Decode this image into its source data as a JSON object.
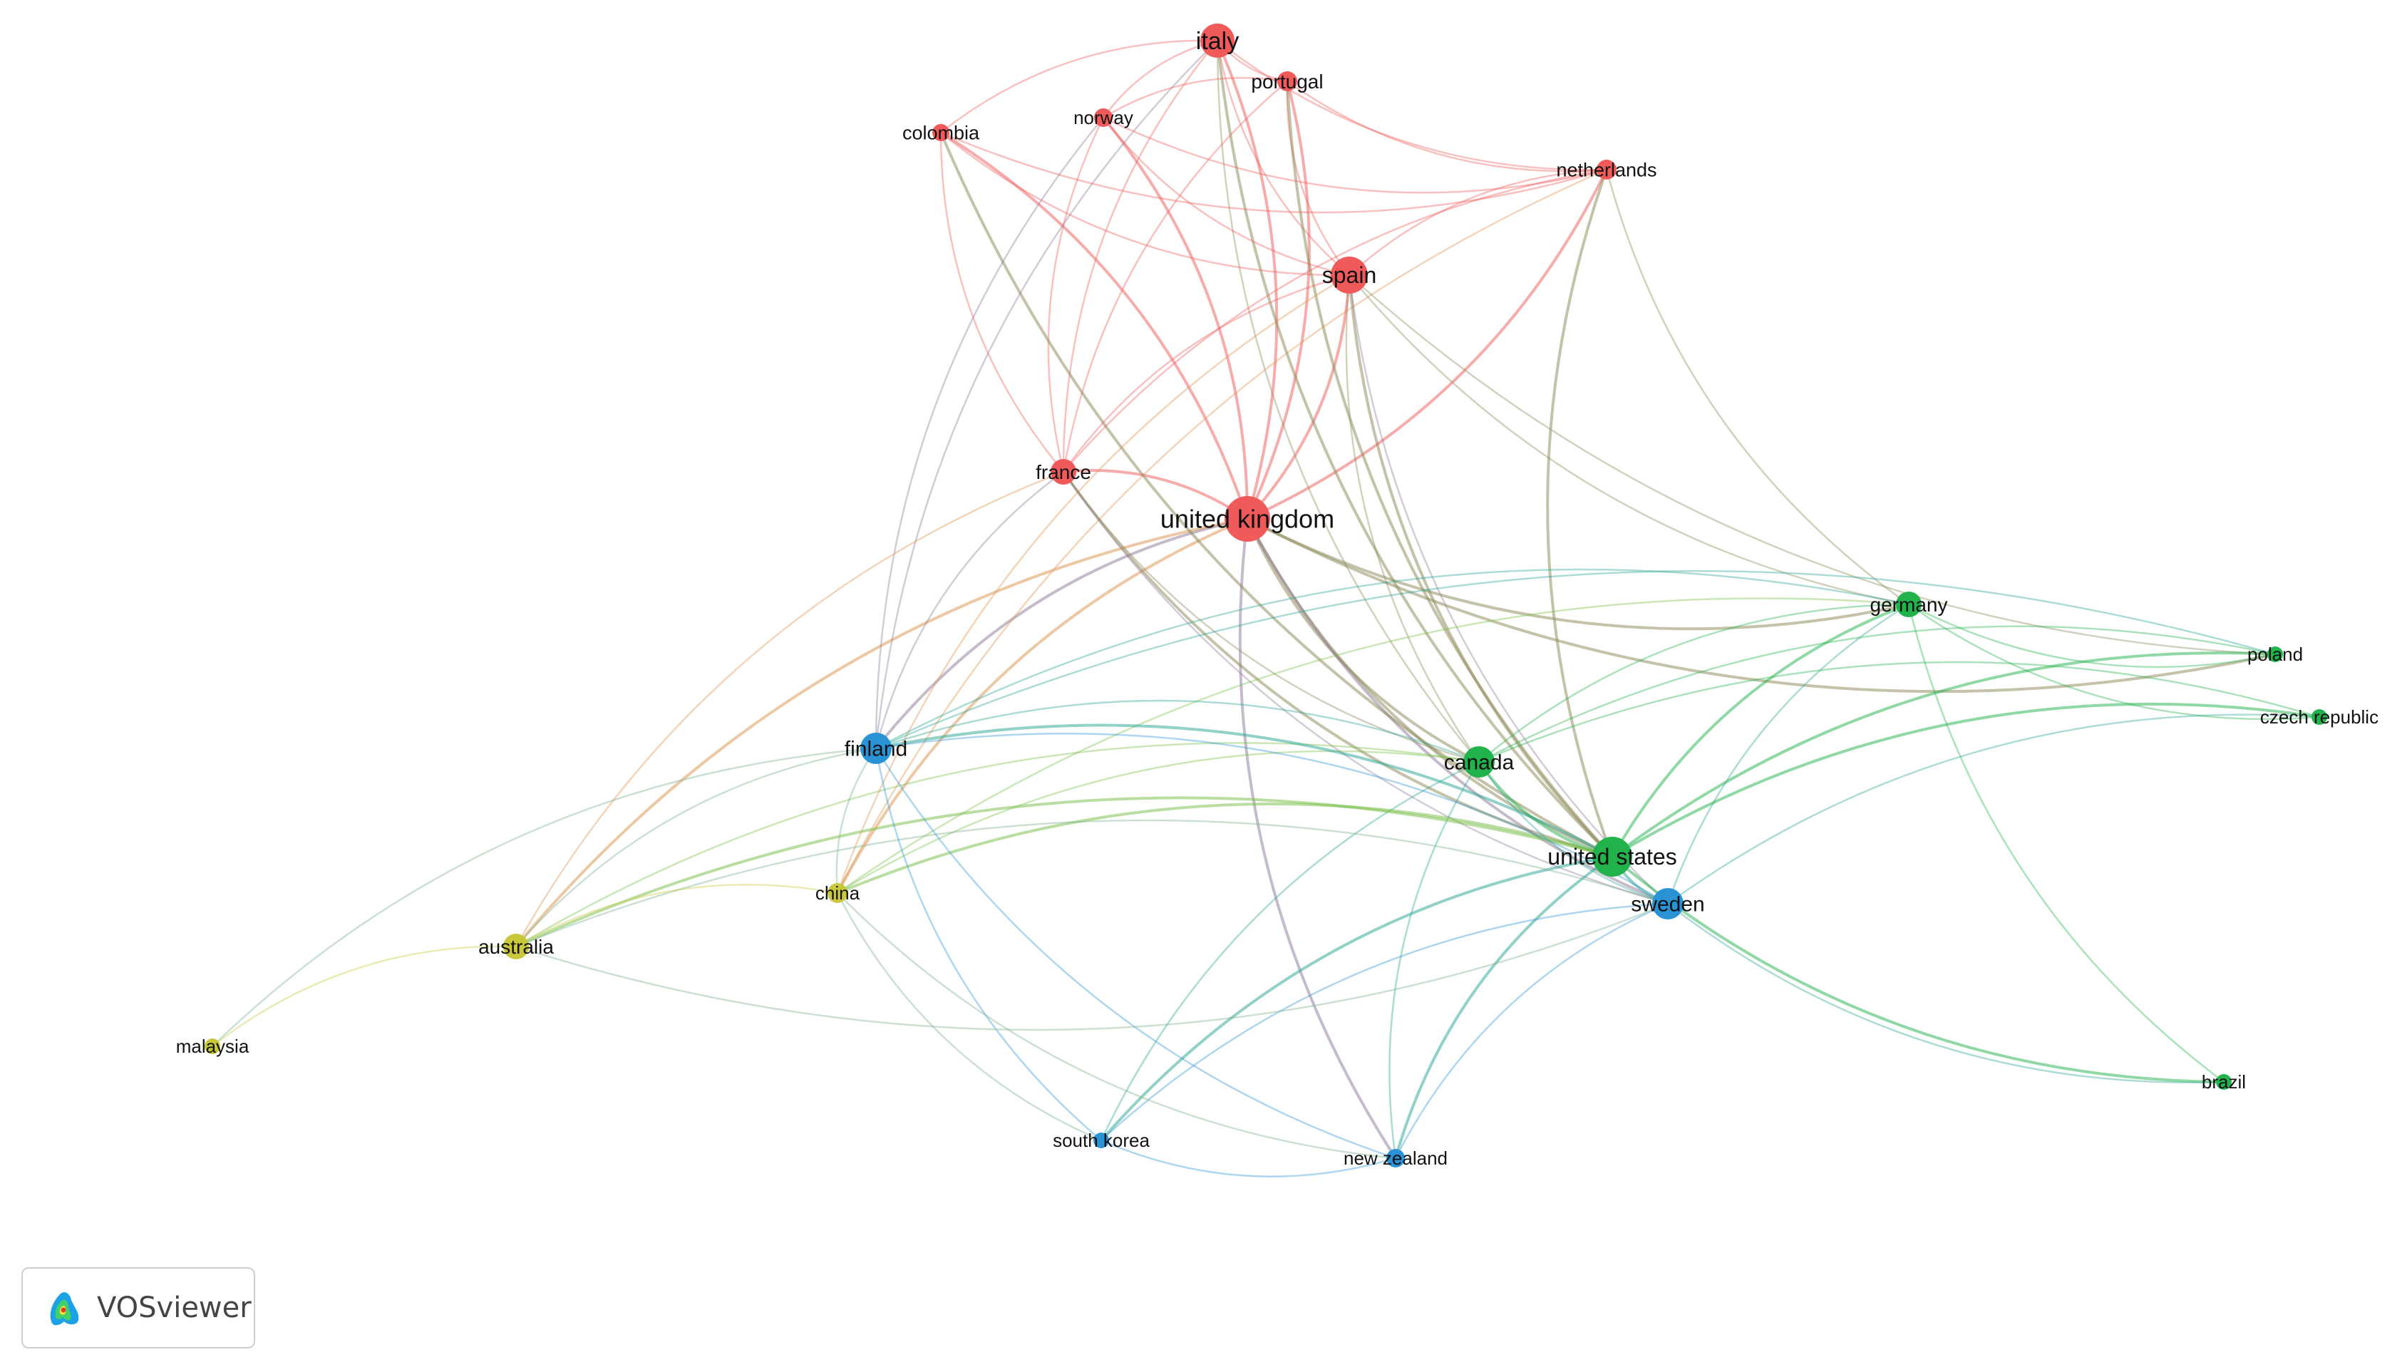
{
  "diagram": {
    "type": "network",
    "tool_badge": {
      "label": "VOSviewer"
    },
    "clusters": {
      "red": "#f05a5a",
      "green": "#21b24b",
      "blue": "#2a93d5",
      "yellow": "#c8c83a"
    },
    "nodes": [
      {
        "id": "united_kingdom",
        "label": "united kingdom",
        "cluster": "red"
      },
      {
        "id": "italy",
        "label": "italy",
        "cluster": "red"
      },
      {
        "id": "portugal",
        "label": "portugal",
        "cluster": "red"
      },
      {
        "id": "norway",
        "label": "norway",
        "cluster": "red"
      },
      {
        "id": "colombia",
        "label": "colombia",
        "cluster": "red"
      },
      {
        "id": "netherlands",
        "label": "netherlands",
        "cluster": "red"
      },
      {
        "id": "spain",
        "label": "spain",
        "cluster": "red"
      },
      {
        "id": "france",
        "label": "france",
        "cluster": "red"
      },
      {
        "id": "germany",
        "label": "germany",
        "cluster": "green"
      },
      {
        "id": "poland",
        "label": "poland",
        "cluster": "green"
      },
      {
        "id": "czech_republic",
        "label": "czech republic",
        "cluster": "green"
      },
      {
        "id": "canada",
        "label": "canada",
        "cluster": "green"
      },
      {
        "id": "united_states",
        "label": "united states",
        "cluster": "green"
      },
      {
        "id": "brazil",
        "label": "brazil",
        "cluster": "green"
      },
      {
        "id": "finland",
        "label": "finland",
        "cluster": "blue"
      },
      {
        "id": "sweden",
        "label": "sweden",
        "cluster": "blue"
      },
      {
        "id": "south_korea",
        "label": "south korea",
        "cluster": "blue"
      },
      {
        "id": "new_zealand",
        "label": "new zealand",
        "cluster": "blue"
      },
      {
        "id": "china",
        "label": "china",
        "cluster": "yellow"
      },
      {
        "id": "australia",
        "label": "australia",
        "cluster": "yellow"
      },
      {
        "id": "malaysia",
        "label": "malaysia",
        "cluster": "yellow"
      }
    ],
    "links": [
      [
        "united_kingdom",
        "italy"
      ],
      [
        "united_kingdom",
        "portugal"
      ],
      [
        "united_kingdom",
        "norway"
      ],
      [
        "united_kingdom",
        "colombia"
      ],
      [
        "united_kingdom",
        "netherlands"
      ],
      [
        "united_kingdom",
        "spain"
      ],
      [
        "united_kingdom",
        "france"
      ],
      [
        "united_kingdom",
        "germany"
      ],
      [
        "united_kingdom",
        "canada"
      ],
      [
        "united_kingdom",
        "united_states"
      ],
      [
        "united_kingdom",
        "sweden"
      ],
      [
        "united_kingdom",
        "finland"
      ],
      [
        "united_kingdom",
        "china"
      ],
      [
        "united_kingdom",
        "australia"
      ],
      [
        "united_kingdom",
        "new_zealand"
      ],
      [
        "united_kingdom",
        "poland"
      ],
      [
        "italy",
        "portugal"
      ],
      [
        "italy",
        "norway"
      ],
      [
        "italy",
        "colombia"
      ],
      [
        "italy",
        "netherlands"
      ],
      [
        "italy",
        "spain"
      ],
      [
        "italy",
        "france"
      ],
      [
        "italy",
        "united_states"
      ],
      [
        "italy",
        "canada"
      ],
      [
        "italy",
        "finland"
      ],
      [
        "portugal",
        "spain"
      ],
      [
        "portugal",
        "netherlands"
      ],
      [
        "portugal",
        "norway"
      ],
      [
        "portugal",
        "france"
      ],
      [
        "portugal",
        "united_states"
      ],
      [
        "norway",
        "spain"
      ],
      [
        "norway",
        "france"
      ],
      [
        "norway",
        "netherlands"
      ],
      [
        "norway",
        "finland"
      ],
      [
        "colombia",
        "spain"
      ],
      [
        "colombia",
        "france"
      ],
      [
        "colombia",
        "netherlands"
      ],
      [
        "colombia",
        "united_states"
      ],
      [
        "netherlands",
        "spain"
      ],
      [
        "netherlands",
        "france"
      ],
      [
        "netherlands",
        "germany"
      ],
      [
        "netherlands",
        "united_states"
      ],
      [
        "netherlands",
        "china"
      ],
      [
        "spain",
        "france"
      ],
      [
        "spain",
        "germany"
      ],
      [
        "spain",
        "united_states"
      ],
      [
        "spain",
        "canada"
      ],
      [
        "spain",
        "sweden"
      ],
      [
        "spain",
        "china"
      ],
      [
        "spain",
        "poland"
      ],
      [
        "france",
        "united_states"
      ],
      [
        "france",
        "canada"
      ],
      [
        "france",
        "finland"
      ],
      [
        "france",
        "australia"
      ],
      [
        "france",
        "sweden"
      ],
      [
        "germany",
        "poland"
      ],
      [
        "germany",
        "czech_republic"
      ],
      [
        "germany",
        "canada"
      ],
      [
        "germany",
        "united_states"
      ],
      [
        "germany",
        "sweden"
      ],
      [
        "germany",
        "finland"
      ],
      [
        "germany",
        "brazil"
      ],
      [
        "germany",
        "china"
      ],
      [
        "poland",
        "united_states"
      ],
      [
        "poland",
        "canada"
      ],
      [
        "poland",
        "finland"
      ],
      [
        "czech_republic",
        "sweden"
      ],
      [
        "czech_republic",
        "united_states"
      ],
      [
        "czech_republic",
        "canada"
      ],
      [
        "canada",
        "united_states"
      ],
      [
        "canada",
        "finland"
      ],
      [
        "canada",
        "sweden"
      ],
      [
        "canada",
        "australia"
      ],
      [
        "canada",
        "china"
      ],
      [
        "canada",
        "new_zealand"
      ],
      [
        "canada",
        "south_korea"
      ],
      [
        "united_states",
        "sweden"
      ],
      [
        "united_states",
        "finland"
      ],
      [
        "united_states",
        "australia"
      ],
      [
        "united_states",
        "china"
      ],
      [
        "united_states",
        "brazil"
      ],
      [
        "united_states",
        "new_zealand"
      ],
      [
        "united_states",
        "south_korea"
      ],
      [
        "sweden",
        "finland"
      ],
      [
        "sweden",
        "south_korea"
      ],
      [
        "sweden",
        "new_zealand"
      ],
      [
        "sweden",
        "australia"
      ],
      [
        "sweden",
        "brazil"
      ],
      [
        "finland",
        "australia"
      ],
      [
        "finland",
        "china"
      ],
      [
        "finland",
        "new_zealand"
      ],
      [
        "finland",
        "south_korea"
      ],
      [
        "finland",
        "malaysia"
      ],
      [
        "china",
        "australia"
      ],
      [
        "china",
        "south_korea"
      ],
      [
        "china",
        "new_zealand"
      ],
      [
        "australia",
        "malaysia"
      ],
      [
        "australia",
        "sweden"
      ],
      [
        "south_korea",
        "new_zealand"
      ]
    ]
  }
}
